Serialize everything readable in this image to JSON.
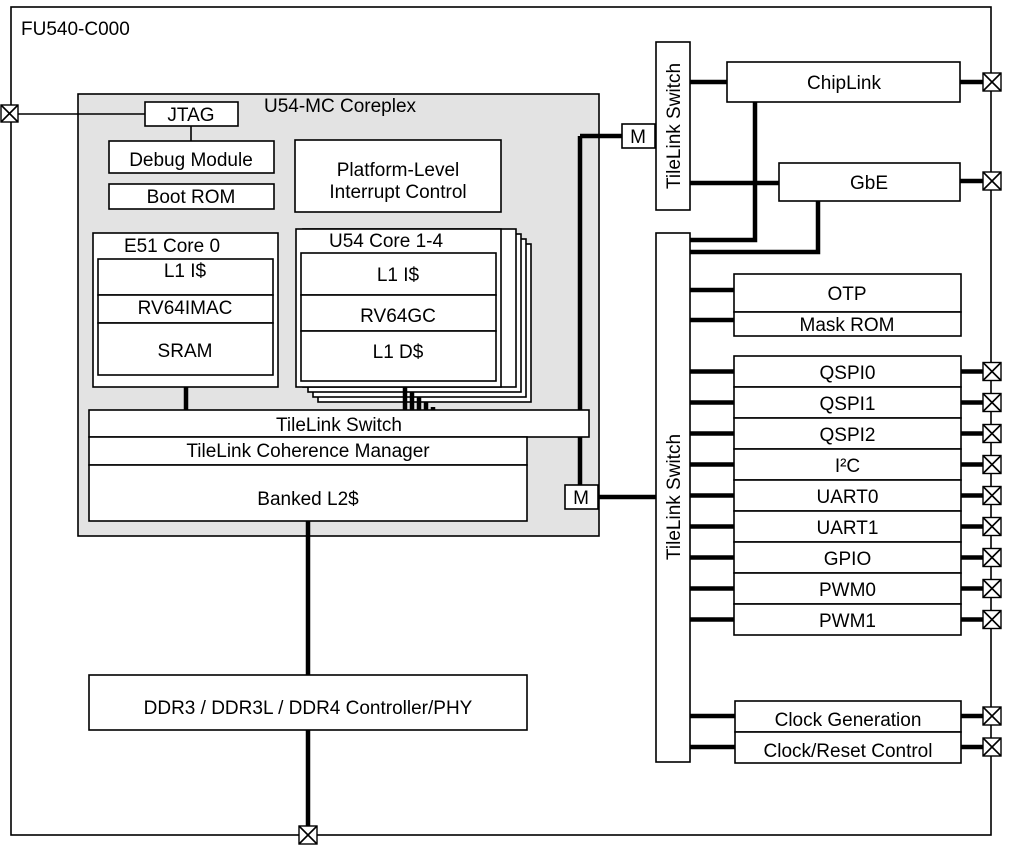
{
  "chip": {
    "name": "FU540-C000"
  },
  "coreplex": {
    "title": "U54-MC Coreplex",
    "jtag": "JTAG",
    "debug_module": "Debug Module",
    "boot_rom": "Boot ROM",
    "plic": {
      "line1": "Platform-Level",
      "line2": "Interrupt Control"
    },
    "e51": {
      "title": "E51 Core 0",
      "l1i": "L1 I$",
      "isa": "RV64IMAC",
      "sram": "SRAM"
    },
    "u54": {
      "title": "U54 Core 1-4",
      "l1i": "L1 I$",
      "isa": "RV64GC",
      "l1d": "L1 D$"
    },
    "tilelink_switch": "TileLink Switch",
    "coherence_manager": "TileLink Coherence Manager",
    "l2": "Banked L2$",
    "master_top": "M",
    "master_bottom": "M"
  },
  "ddr": "DDR3 / DDR3L / DDR4 Controller/PHY",
  "switches": {
    "top": "TileLink Switch",
    "bottom": "TileLink Switch"
  },
  "peripherals": {
    "chiplink": "ChipLink",
    "gbe": "GbE",
    "otp": "OTP",
    "mask_rom": "Mask ROM",
    "io": [
      "QSPI0",
      "QSPI1",
      "QSPI2",
      "I²C",
      "UART0",
      "UART1",
      "GPIO",
      "PWM0",
      "PWM1"
    ],
    "clock_generation": "Clock Generation",
    "clock_reset": "Clock/Reset Control"
  }
}
